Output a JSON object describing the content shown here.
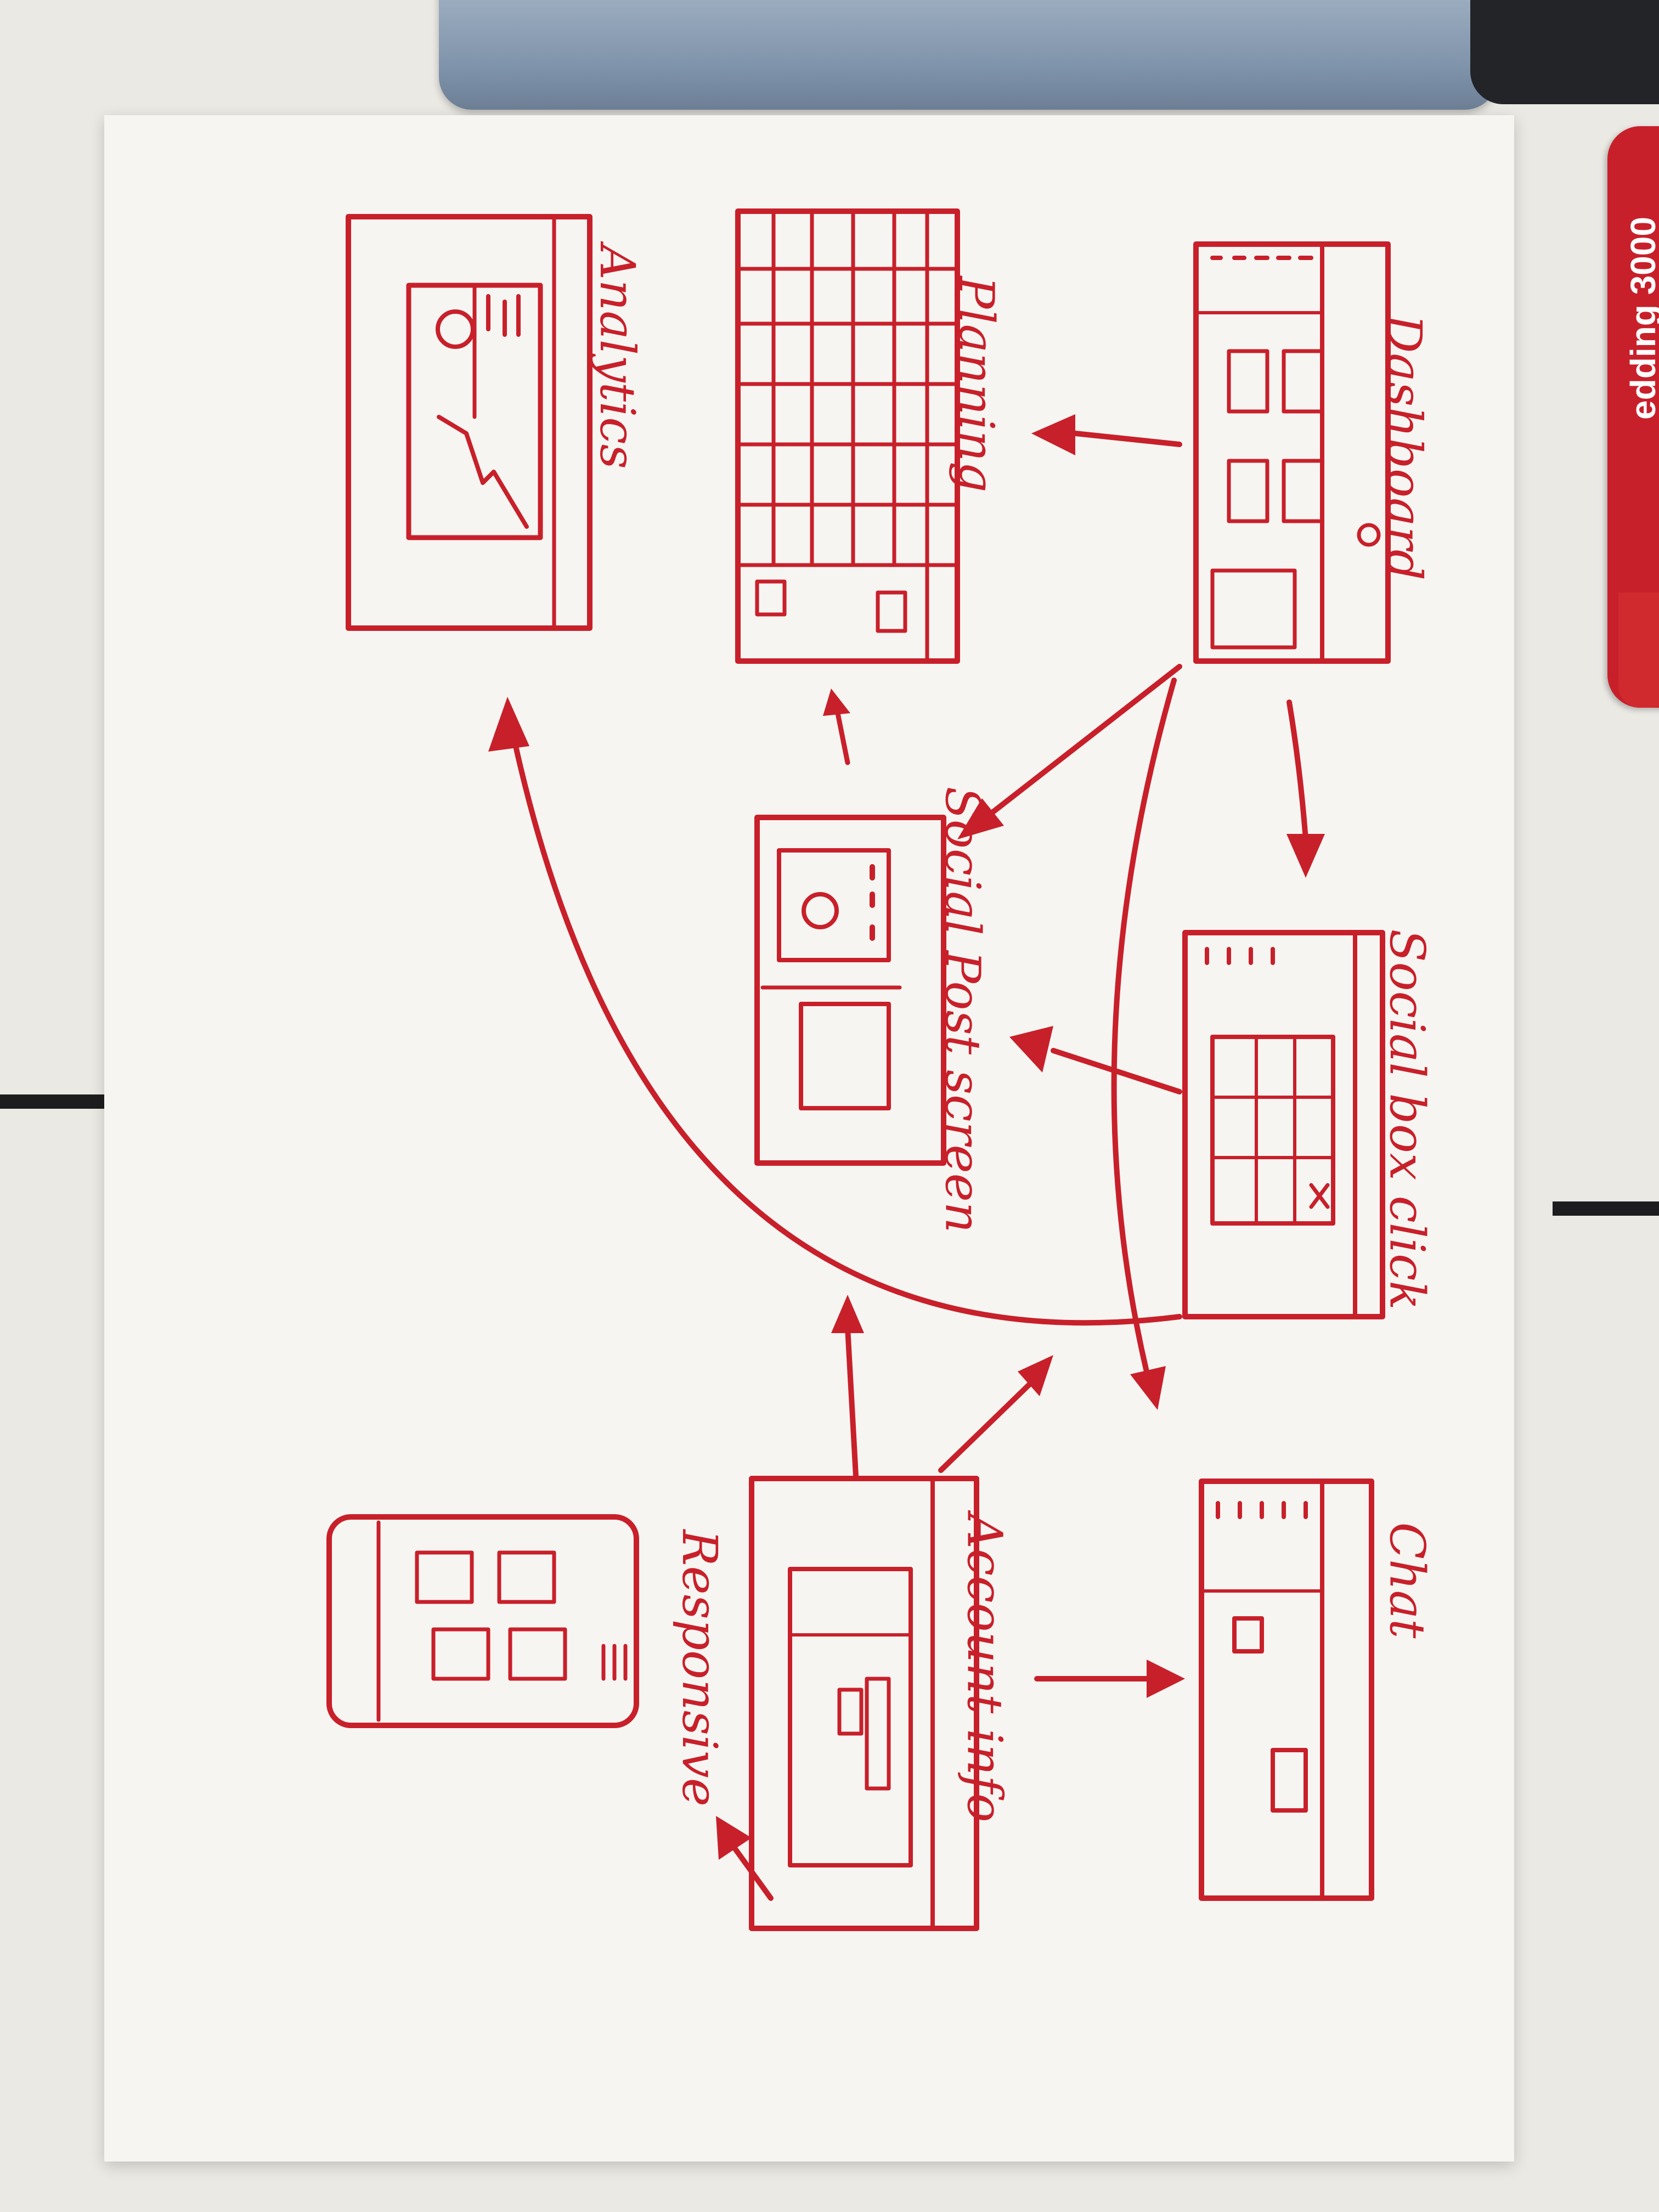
{
  "marker": {
    "brand": "edding 3000"
  },
  "screens": [
    {
      "id": "dashboard",
      "label": "Dashboard"
    },
    {
      "id": "planning",
      "label": "Planning"
    },
    {
      "id": "analytics",
      "label": "Analytics"
    },
    {
      "id": "social-post-screen",
      "label": "Social Post screen"
    },
    {
      "id": "social-box-click",
      "label": "Social box click"
    },
    {
      "id": "account-info",
      "label": "Account info"
    },
    {
      "id": "chat",
      "label": "Chat"
    },
    {
      "id": "responsive",
      "label": "Responsive"
    }
  ],
  "flows": [
    {
      "from": "Dashboard",
      "to": "Planning"
    },
    {
      "from": "Dashboard",
      "to": "Social box click"
    },
    {
      "from": "Dashboard",
      "to": "Social Post screen"
    },
    {
      "from": "Dashboard",
      "to": "Chat"
    },
    {
      "from": "Social box click",
      "to": "Social Post screen"
    },
    {
      "from": "Social box click",
      "to": "Analytics"
    },
    {
      "from": "Social Post screen",
      "to": "Planning"
    },
    {
      "from": "Account info",
      "to": "Chat"
    },
    {
      "from": "Account info",
      "to": "Social box click"
    },
    {
      "from": "Account info",
      "to": "Responsive"
    }
  ],
  "colors": {
    "ink": "#c8202a",
    "paper": "#f6f5f2",
    "desk": "#ebe9e4"
  }
}
